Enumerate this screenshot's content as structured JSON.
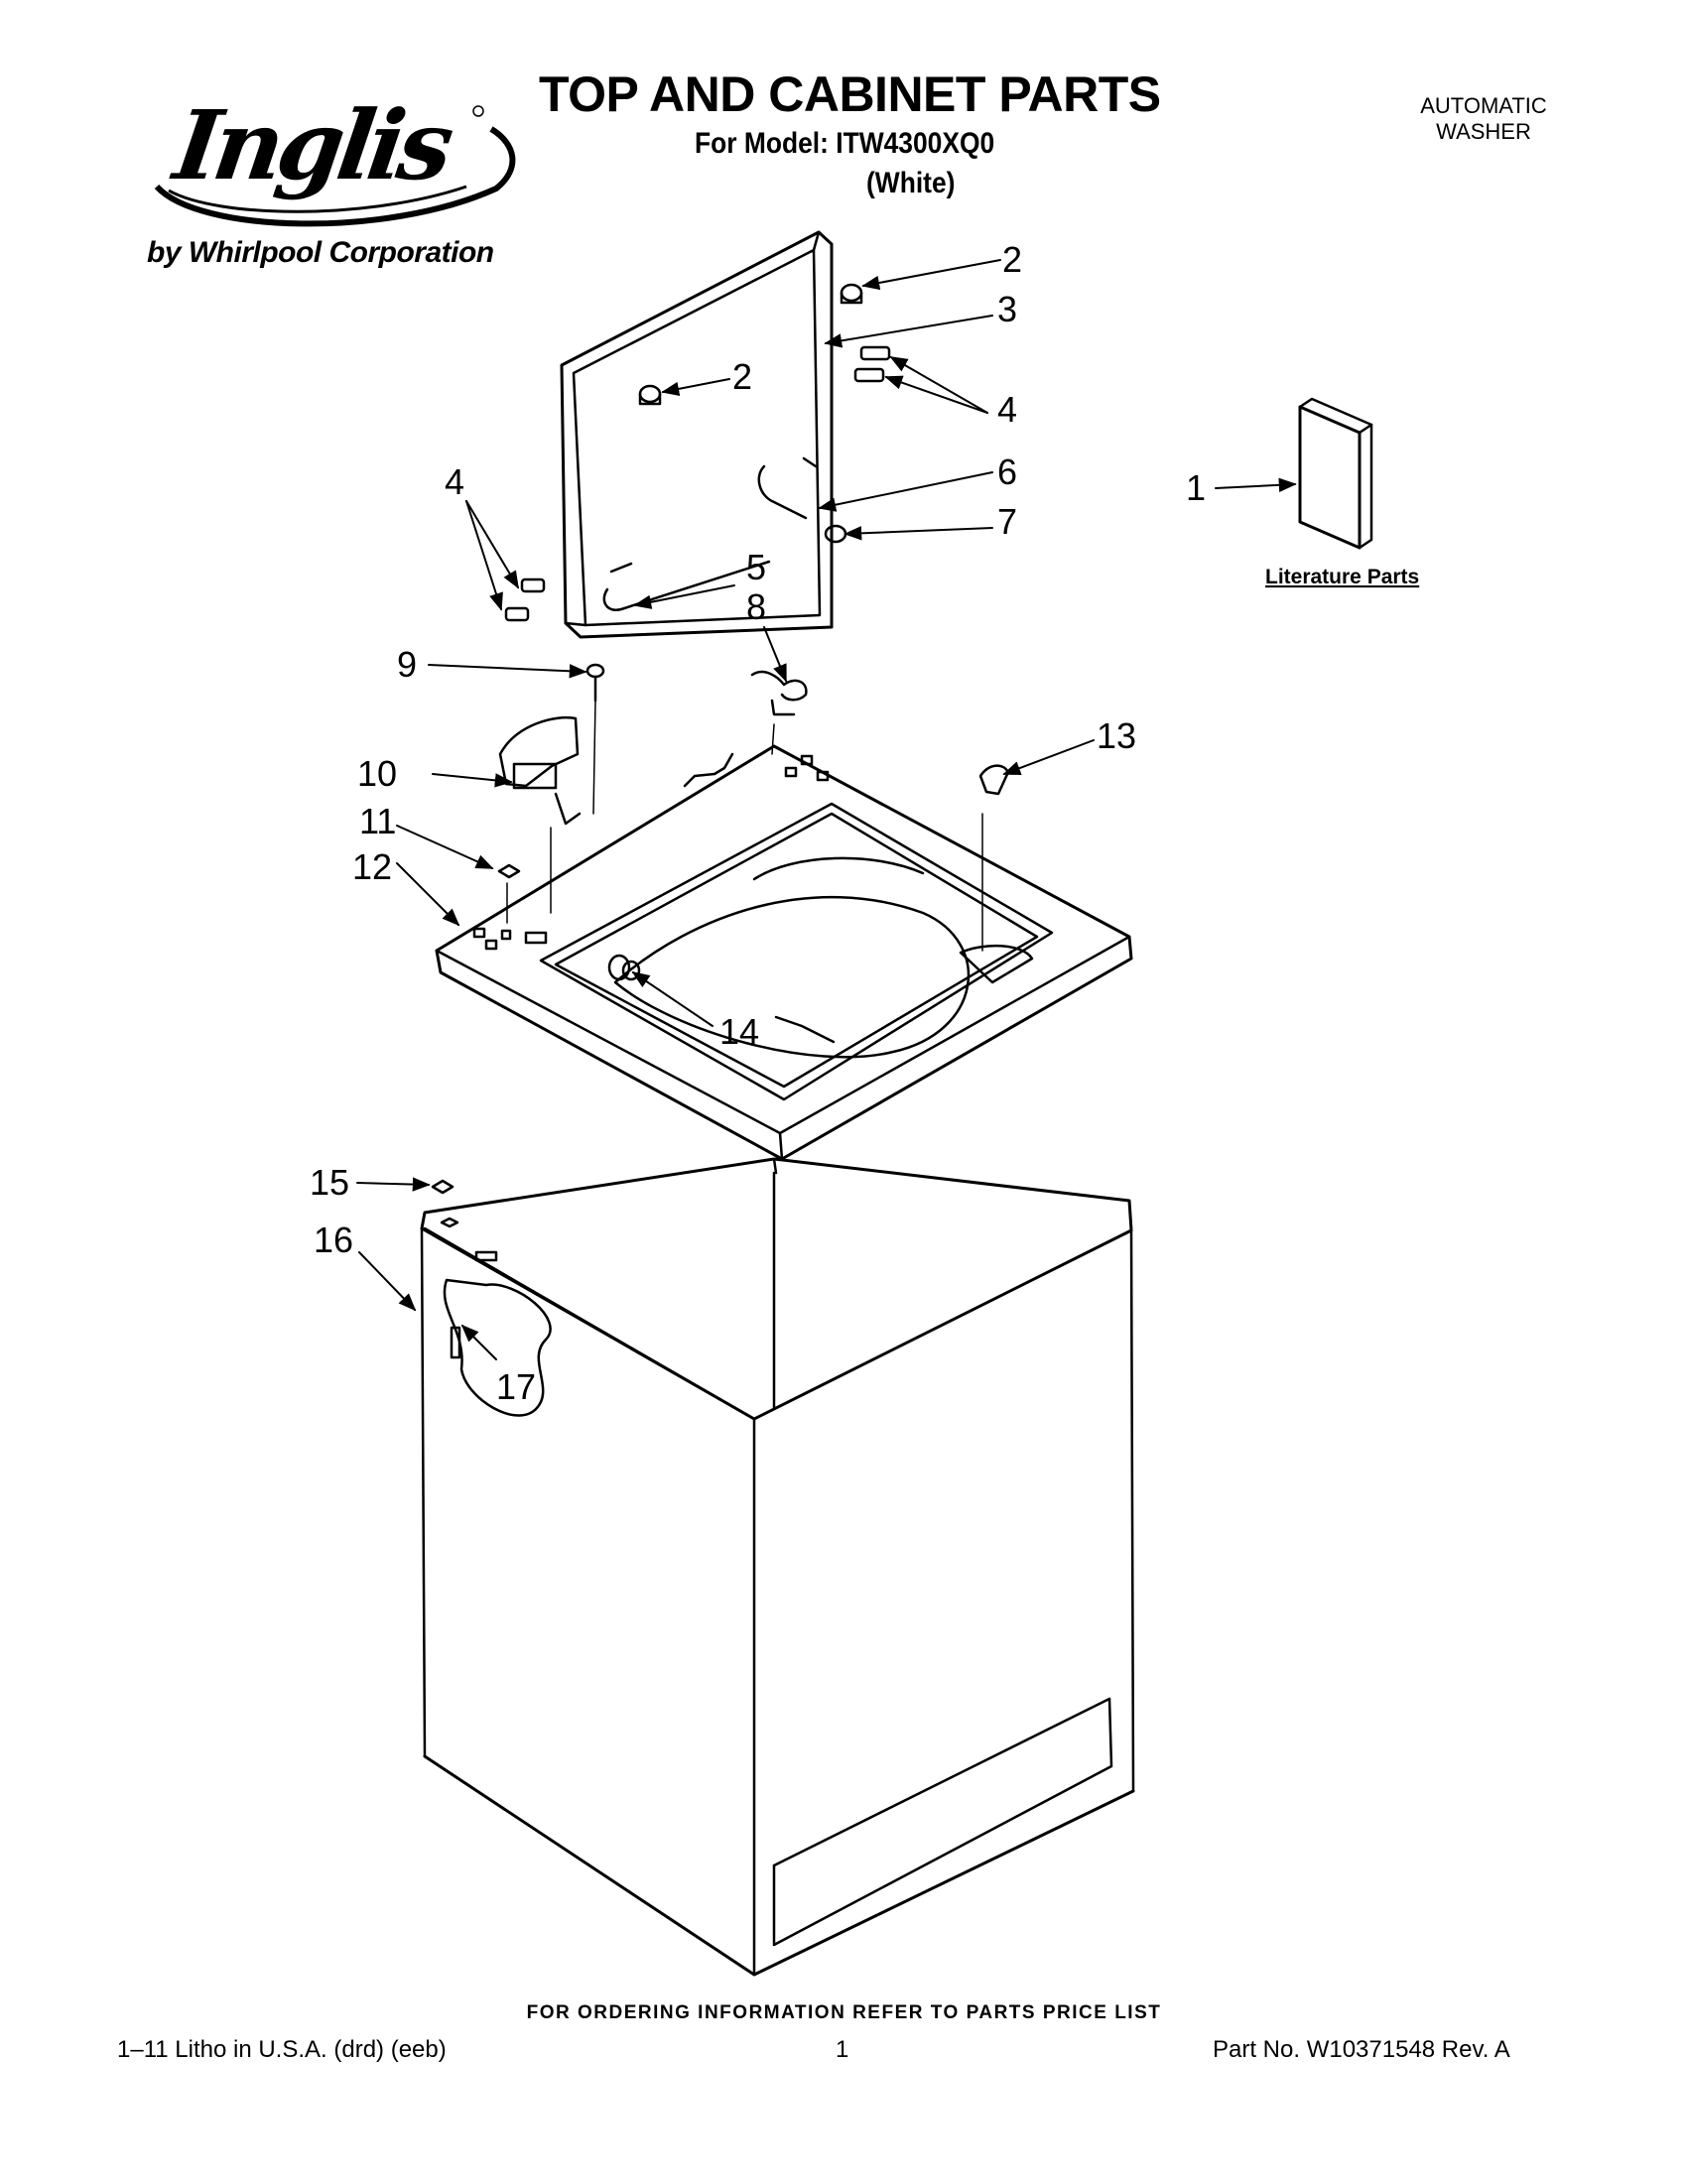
{
  "brand": {
    "logo_text": "Inglis",
    "tagline": "by Whirlpool Corporation"
  },
  "header": {
    "title": "TOP AND CABINET PARTS",
    "model_line": "For Model: ITW4300XQ0",
    "color_line": "(White)",
    "appliance_type": "AUTOMATIC WASHER"
  },
  "diagram": {
    "callouts": [
      "1",
      "2",
      "2",
      "3",
      "4",
      "4",
      "5",
      "6",
      "7",
      "8",
      "9",
      "10",
      "11",
      "12",
      "13",
      "14",
      "15",
      "16",
      "17"
    ],
    "literature_label": "Literature Parts"
  },
  "footer": {
    "order_note": "FOR ORDERING INFORMATION REFER TO PARTS PRICE LIST",
    "left": "1–11 Litho in U.S.A. (drd) (eeb)",
    "center": "1",
    "right": "Part No. W10371548 Rev. A"
  }
}
